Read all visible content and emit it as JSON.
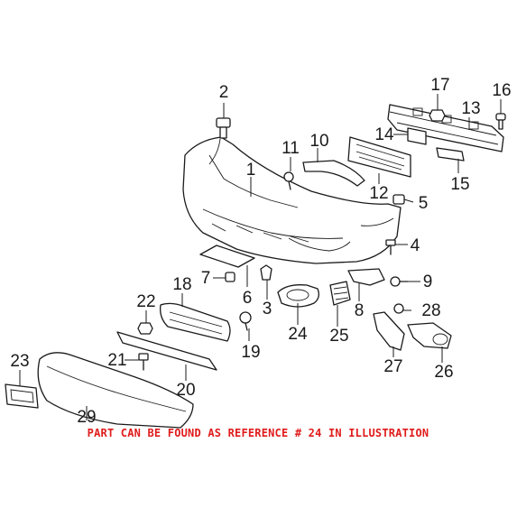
{
  "callouts": [
    {
      "number": "2"
    },
    {
      "number": "17"
    },
    {
      "number": "16"
    },
    {
      "number": "13"
    },
    {
      "number": "11"
    },
    {
      "number": "10"
    },
    {
      "number": "14"
    },
    {
      "number": "1"
    },
    {
      "number": "12"
    },
    {
      "number": "15"
    },
    {
      "number": "5"
    },
    {
      "number": "4"
    },
    {
      "number": "7"
    },
    {
      "number": "6"
    },
    {
      "number": "3"
    },
    {
      "number": "18"
    },
    {
      "number": "9"
    },
    {
      "number": "8"
    },
    {
      "number": "24"
    },
    {
      "number": "25"
    },
    {
      "number": "22"
    },
    {
      "number": "28"
    },
    {
      "number": "19"
    },
    {
      "number": "23"
    },
    {
      "number": "21"
    },
    {
      "number": "20"
    },
    {
      "number": "27"
    },
    {
      "number": "26"
    },
    {
      "number": "29"
    }
  ],
  "note": "PART CAN BE FOUND AS REFERENCE # 24 IN ILLUSTRATION",
  "colors": {
    "line": "#1a1a1a",
    "note": "#e01b1b",
    "background": "#ffffff"
  }
}
